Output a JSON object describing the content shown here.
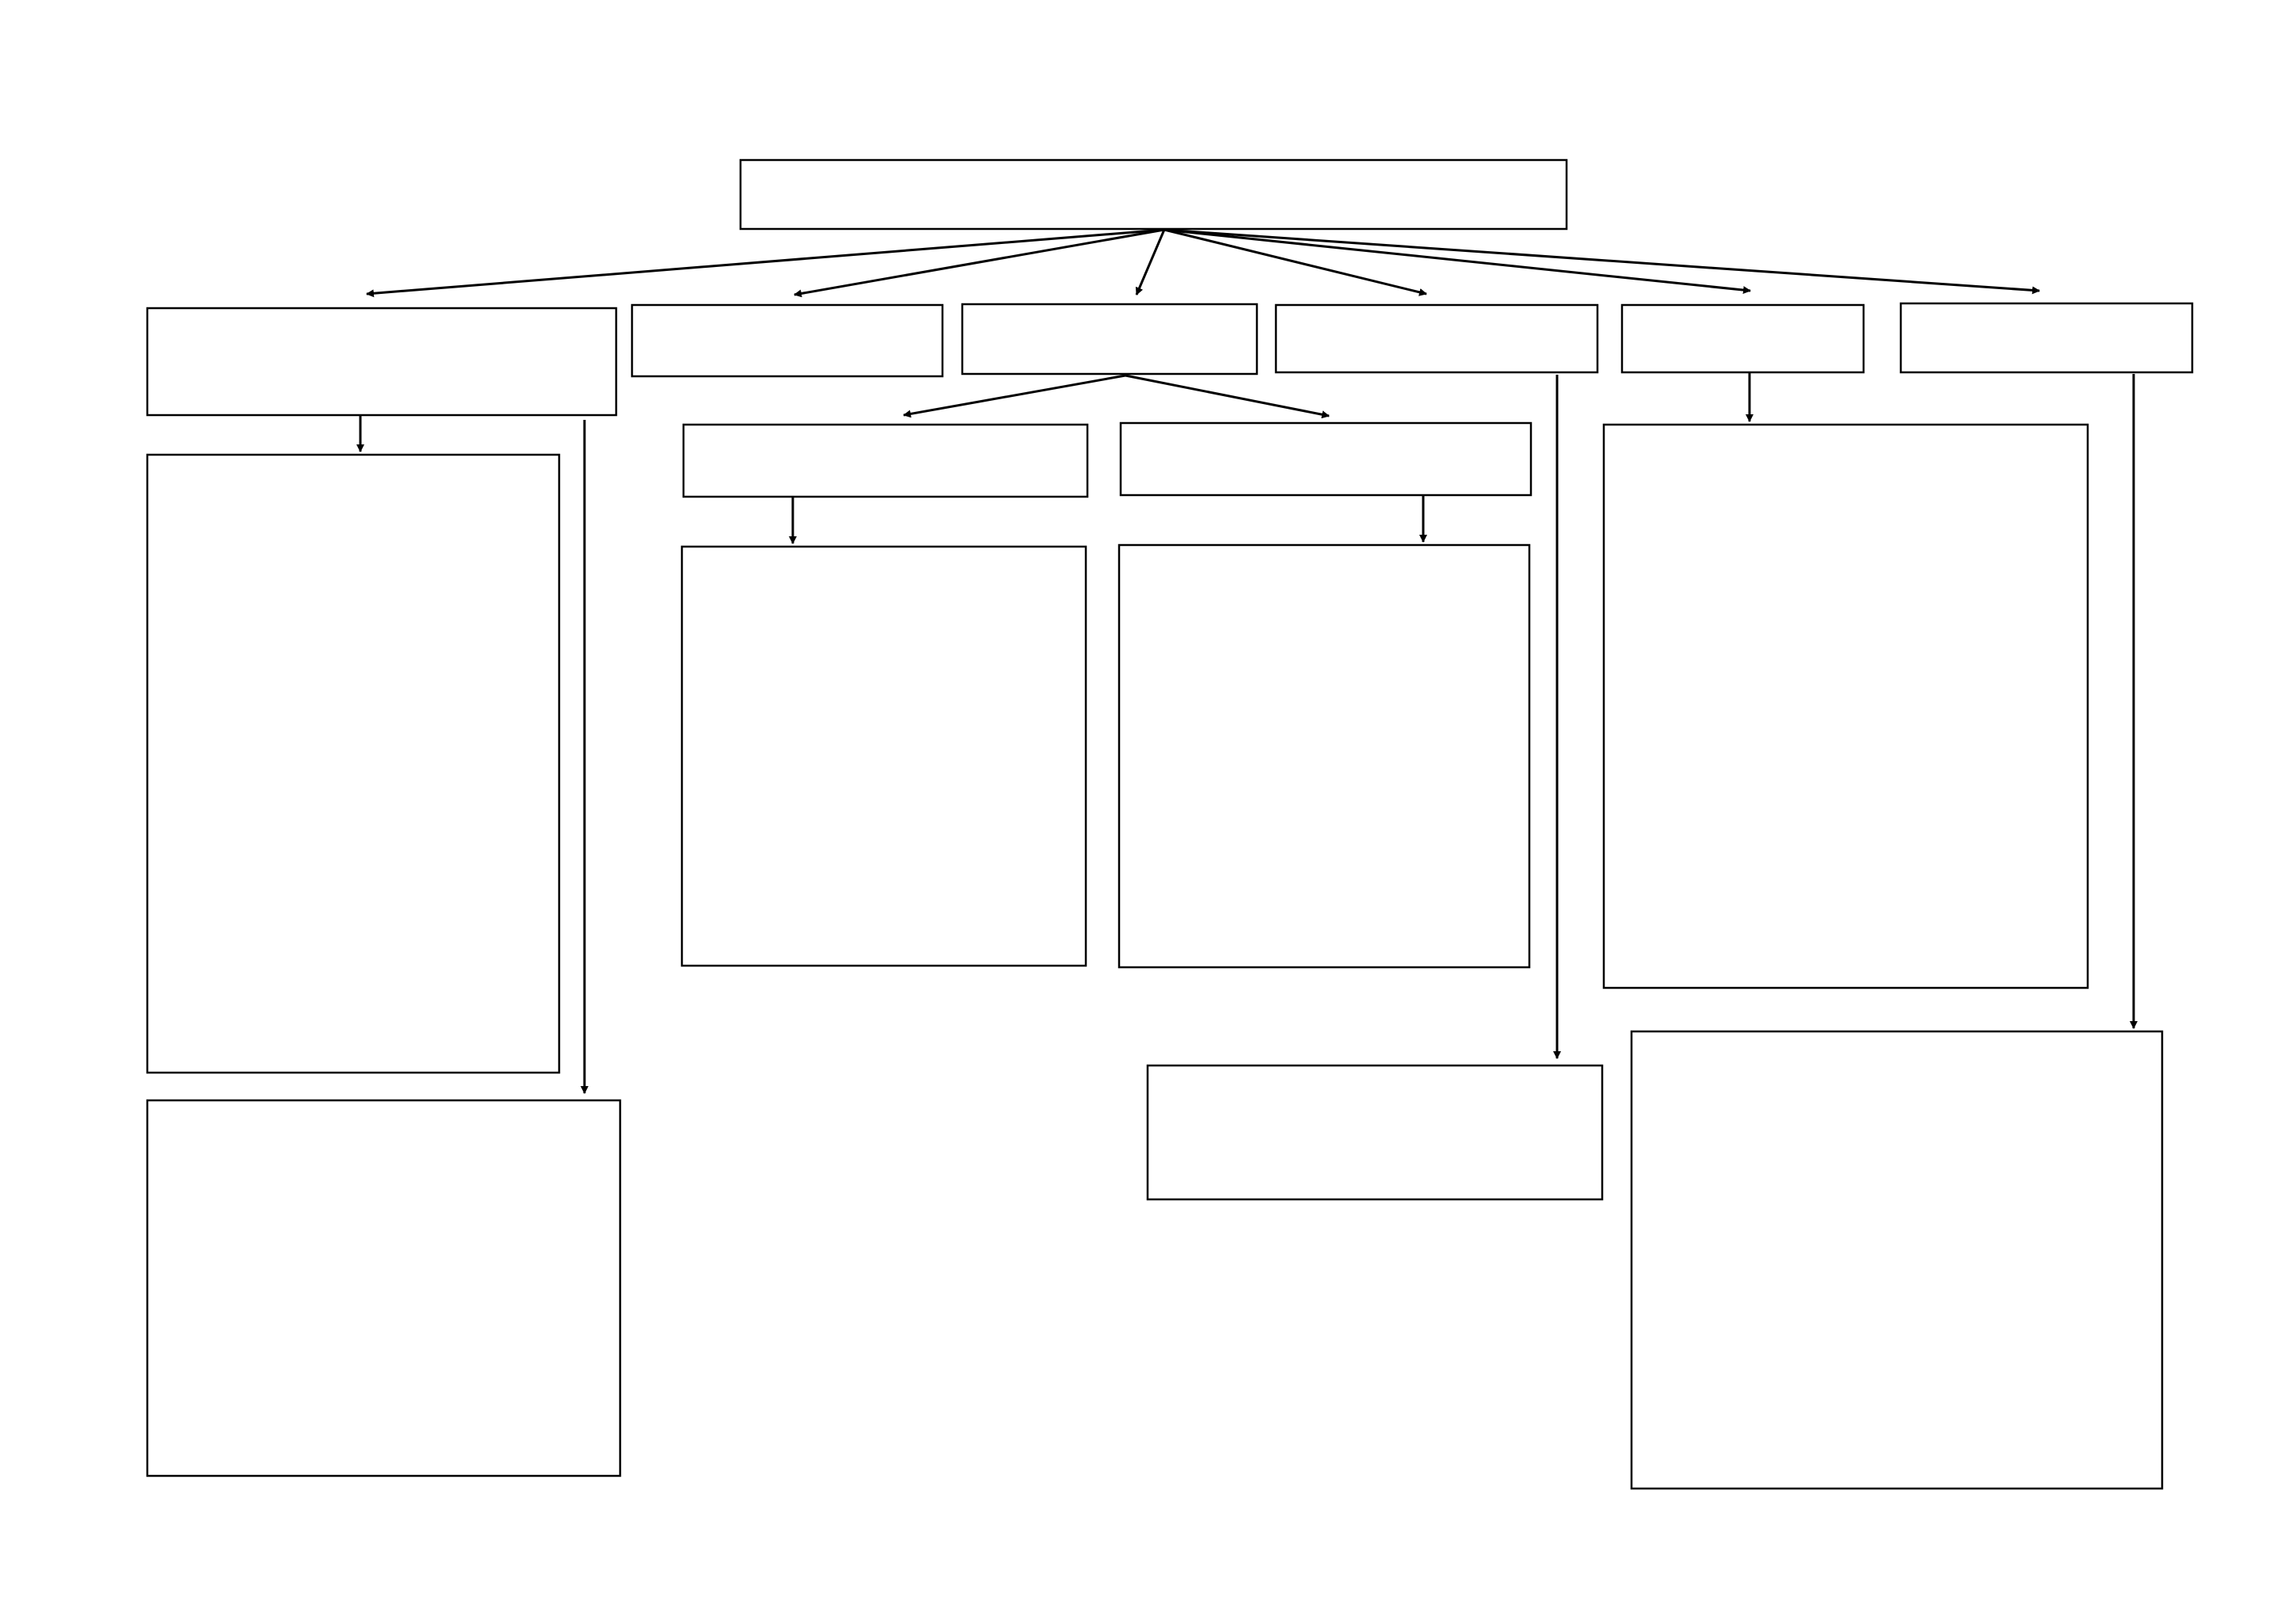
{
  "diagram": {
    "kind": "blank-concept-map",
    "colors": {
      "background": "#ffffff",
      "stroke": "#000000"
    },
    "boxes": [
      {
        "id": "root",
        "label": ""
      },
      {
        "id": "branch-1",
        "label": ""
      },
      {
        "id": "branch-2",
        "label": ""
      },
      {
        "id": "branch-3",
        "label": ""
      },
      {
        "id": "branch-4",
        "label": ""
      },
      {
        "id": "branch-5",
        "label": ""
      },
      {
        "id": "branch-6",
        "label": ""
      },
      {
        "id": "branch-1-detail",
        "label": ""
      },
      {
        "id": "branch-1-extra",
        "label": ""
      },
      {
        "id": "branch-3-sub-1",
        "label": ""
      },
      {
        "id": "branch-3-sub-2",
        "label": ""
      },
      {
        "id": "branch-3-sub-1-detail",
        "label": ""
      },
      {
        "id": "branch-3-sub-2-detail",
        "label": ""
      },
      {
        "id": "branch-4-detail",
        "label": ""
      },
      {
        "id": "branch-5-detail",
        "label": ""
      },
      {
        "id": "branch-6-detail",
        "label": ""
      }
    ],
    "connections": [
      {
        "from": "root",
        "to": "branch-1"
      },
      {
        "from": "root",
        "to": "branch-2"
      },
      {
        "from": "root",
        "to": "branch-3"
      },
      {
        "from": "root",
        "to": "branch-4"
      },
      {
        "from": "root",
        "to": "branch-5"
      },
      {
        "from": "root",
        "to": "branch-6"
      },
      {
        "from": "branch-1",
        "to": "branch-1-detail"
      },
      {
        "from": "branch-1",
        "to": "branch-1-extra"
      },
      {
        "from": "branch-3",
        "to": "branch-3-sub-1"
      },
      {
        "from": "branch-3",
        "to": "branch-3-sub-2"
      },
      {
        "from": "branch-3-sub-1",
        "to": "branch-3-sub-1-detail"
      },
      {
        "from": "branch-3-sub-2",
        "to": "branch-3-sub-2-detail"
      },
      {
        "from": "branch-4",
        "to": "branch-4-detail"
      },
      {
        "from": "branch-5",
        "to": "branch-5-detail"
      },
      {
        "from": "branch-6",
        "to": "branch-6-detail"
      }
    ]
  }
}
